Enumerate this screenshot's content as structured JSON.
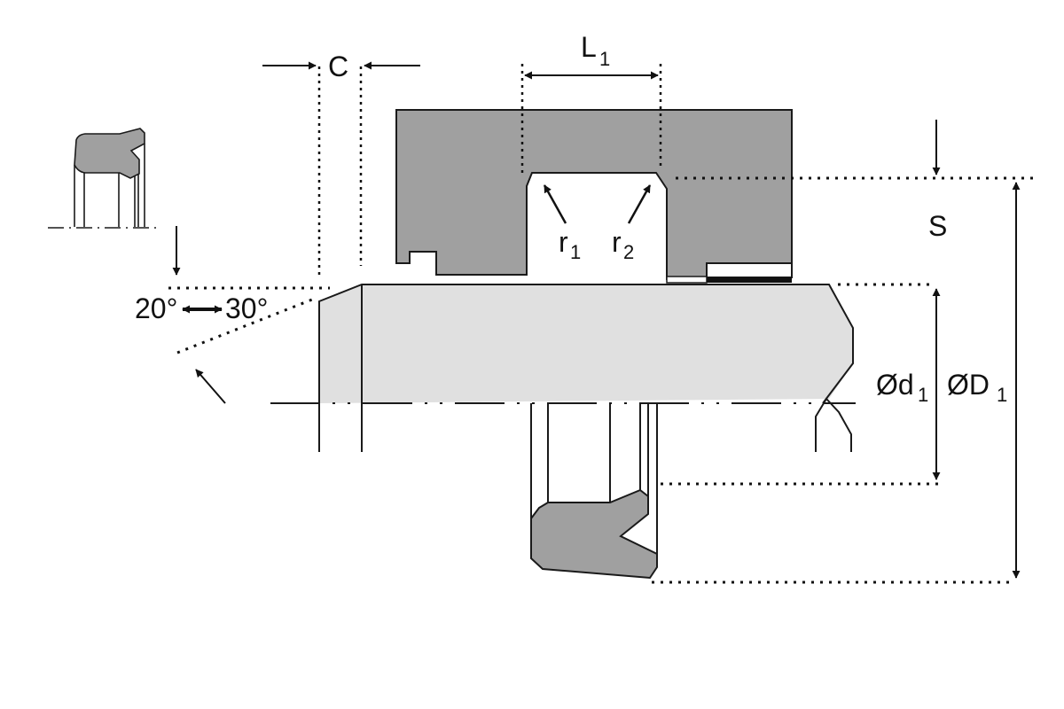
{
  "diagram": {
    "type": "technical-drawing",
    "subject": "rod seal (U-cup) installation groove cross-section",
    "colors": {
      "housing_fill": "#a0a0a0",
      "rod_fill": "#e0e0e0",
      "seal_fill": "#a0a0a0",
      "stroke": "#1a1a1a",
      "background": "#ffffff"
    },
    "labels": {
      "chamfer_length": "C",
      "groove_length_main": "L",
      "groove_length_sub": "1",
      "radius1_main": "r",
      "radius1_sub": "1",
      "radius2_main": "r",
      "radius2_sub": "2",
      "section_height": "S",
      "rod_diameter_main": "Ød",
      "rod_diameter_sub": "1",
      "groove_diameter_main": "ØD",
      "groove_diameter_sub": "1",
      "angle_min": "20°",
      "angle_max": "30°"
    },
    "components": [
      {
        "name": "seal-profile-thumbnail",
        "description": "small seal profile icon top-left"
      },
      {
        "name": "housing",
        "description": "grey housing with groove"
      },
      {
        "name": "rod",
        "description": "light-grey rod with lead-in chamfer"
      },
      {
        "name": "seal-section",
        "description": "U-cup seal cross-section below the centerline"
      }
    ]
  }
}
